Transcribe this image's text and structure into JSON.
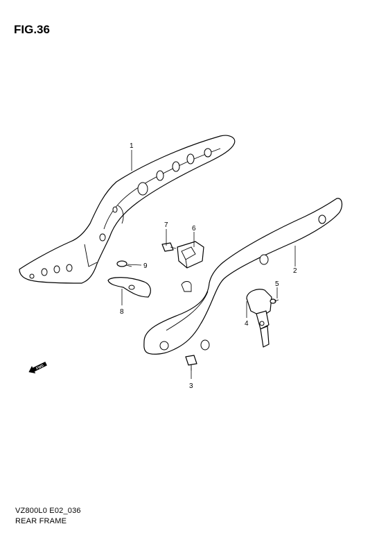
{
  "figure": {
    "title": "FIG.36"
  },
  "footer": {
    "code": "VZ800L0 E02_036",
    "name": "REAR FRAME"
  },
  "fwd_label": "FWD",
  "callouts": [
    {
      "id": "1",
      "label": "1"
    },
    {
      "id": "2",
      "label": "2"
    },
    {
      "id": "3",
      "label": "3"
    },
    {
      "id": "4",
      "label": "4"
    },
    {
      "id": "5",
      "label": "5"
    },
    {
      "id": "6",
      "label": "6"
    },
    {
      "id": "7",
      "label": "7"
    },
    {
      "id": "8",
      "label": "8"
    },
    {
      "id": "9",
      "label": "9"
    }
  ]
}
